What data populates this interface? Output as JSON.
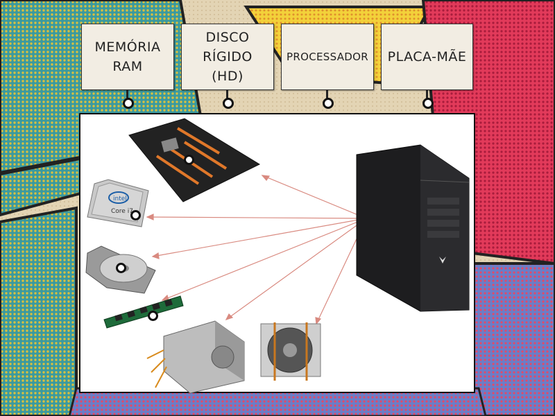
{
  "labels": [
    {
      "text": "MEMÓRIA\nRAM"
    },
    {
      "text": "DISCO\nRÍGIDO\n(HD)"
    },
    {
      "text": "PROCESSADOR"
    },
    {
      "text": "PLACA-MÃE"
    }
  ],
  "components": {
    "cpu_brand": "intel",
    "cpu_model": "Core i7"
  },
  "colors": {
    "arrow": "#d98a80",
    "board_bg": "#ffffff",
    "card_bg": "#f2ede3"
  }
}
